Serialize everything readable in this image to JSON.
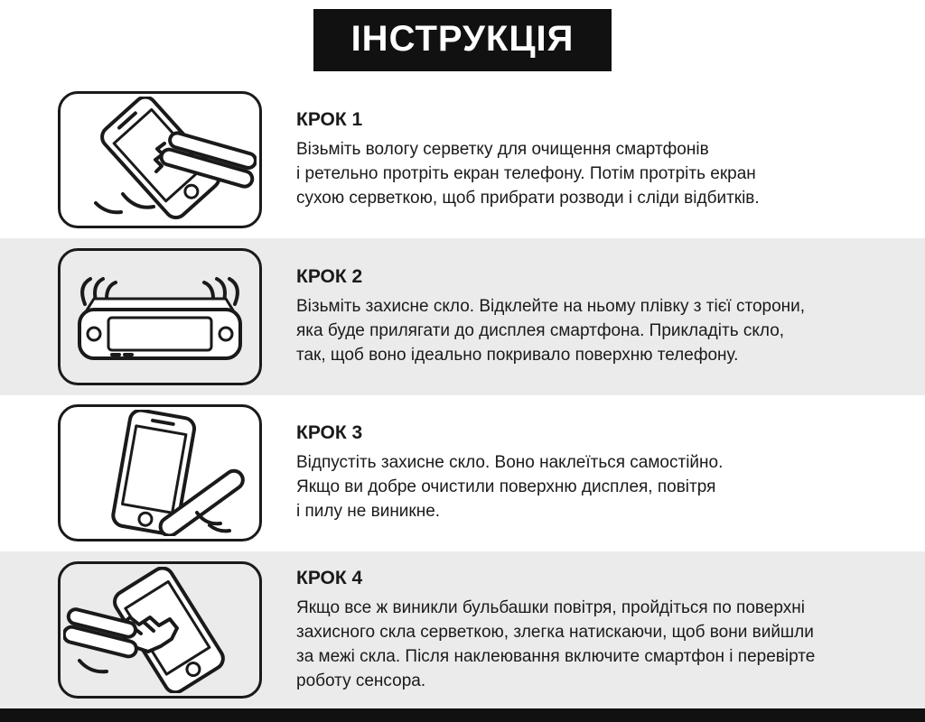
{
  "page": {
    "title": "ІНСТРУКЦІЯ",
    "colors": {
      "header_bar": "#111111",
      "footer_bar": "#111111",
      "alt_band": "#ebebeb",
      "text": "#1a1a1a"
    }
  },
  "steps": [
    {
      "title": "КРОК 1",
      "text": "Візьміть вологу серветку для очищення смартфонів\nі ретельно протріть екран телефону. Потім протріть екран\nсухою серветкою, щоб прибрати розводи і сліди відбитків.",
      "illustration": "hand-wiping-phone-with-cloth"
    },
    {
      "title": "КРОК 2",
      "text": "Візьміть захисне скло. Відклейте на ньому плівку з тієї сторони,\nяка буде прилягати до дисплея смартфона. Прикладіть скло,\nтак, щоб воно ідеально покривало поверхню телефону.",
      "illustration": "applying-protective-glass-to-phone"
    },
    {
      "title": "КРОК 3",
      "text": "Відпустіть захисне скло. Воно наклеїться самостійно.\nЯкщо ви добре очистили поверхню дисплея, повітря\nі пилу не виникне.",
      "illustration": "finger-pressing-phone-screen"
    },
    {
      "title": "КРОК 4",
      "text": "Якщо все ж виникли бульбашки повітря, пройдіться по поверхні\nзахисного скла серветкою, злегка натискаючи, щоб вони вийшли\nза межі скла. Після наклеювання включите смартфон і перевірте\nроботу сенсора.",
      "illustration": "smoothing-bubbles-with-cloth"
    }
  ]
}
